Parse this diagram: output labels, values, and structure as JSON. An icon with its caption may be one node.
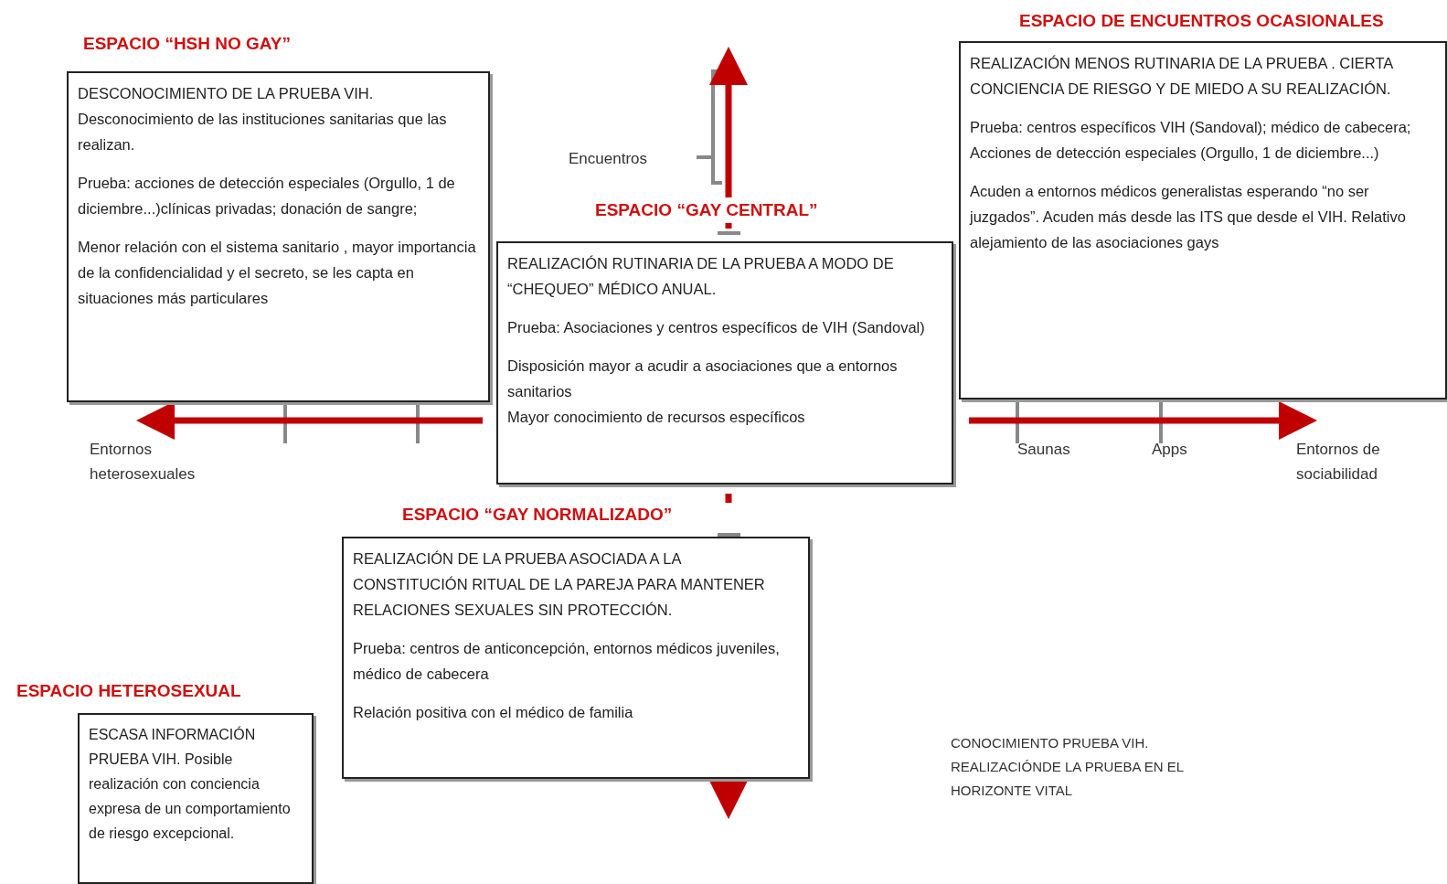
{
  "diagram": {
    "nodes": [
      {
        "text": [
          "ESPACIO “HSH NO GAY”",
          "DESCONOCIMIENTO DE LA PRUEBA VIH. Desconocimiento de las instituciones sanitarias que las realizan.",
          "Prueba: acciones de detección especiales (Orgullo, 1 de diciembre...)clínicas privadas; donación de sangre;",
          "Menor relación con el sistema sanitario , mayor importancia de la confidencialidad y el secreto, se les capta en situaciones más particulares"
        ]
      },
      {
        "text": [
          "ESPACIO DE ENCUENTROS OCASIONALES",
          "REALIZACIÓN MENOS RUTINARIA DE LA PRUEBA . CIERTA CONCIENCIA DE RIESGO Y DE MIEDO A SU REALIZACIÓN.",
          "Prueba: centros específicos VIH (Sandoval); médico de cabecera;",
          "Acciones de detección especiales (Orgullo, 1 de diciembre...)",
          "Acuden a entornos médicos generalistas esperando “no ser juzgados”. Acuden más desde las ITS que desde el VIH. Relativo alejamiento de las asociaciones gays"
        ]
      },
      {
        "text": [
          "ESPACIO “GAY CENTRAL”",
          "REALIZACIÓN RUTINARIA DE LA PRUEBA A MODO DE “CHEQUEO” MÉDICO ANUAL.",
          "Prueba: Asociaciones y centros específicos de VIH (Sandoval)",
          "Disposición mayor a acudir a asociaciones que a entornos sanitarios",
          "Mayor conocimiento de recursos específicos"
        ]
      },
      {
        "text": [
          "ESPACIO “GAY NORMALIZADO”",
          "REALIZACIÓN DE LA PRUEBA ASOCIADA A LA CONSTITUCIÓN RITUAL DE LA PAREJA PARA MANTENER RELACIONES SEXUALES SIN PROTECCIÓN.",
          "Prueba: centros de anticoncepción, entornos médicos juveniles, médico de cabecera",
          "Relación positiva con el médico de familia"
        ]
      },
      {
        "text": [
          "ESPACIO HETEROSEXUAL",
          "ESCASA INFORMACIÓN PRUEBA VIH. Posible realización con conciencia expresa de un comportamiento de riesgo excepcional."
        ]
      }
    ],
    "labels": [
      "Encuentros",
      "Entornos heterosexuales",
      "Saunas",
      "Apps",
      "Entornos de sociabilidad",
      "CONOCIMIENTO PRUEBA VIH. REALIZACIÓNDE LA PRUEBA EN EL HORIZONTE VITAL"
    ]
  }
}
